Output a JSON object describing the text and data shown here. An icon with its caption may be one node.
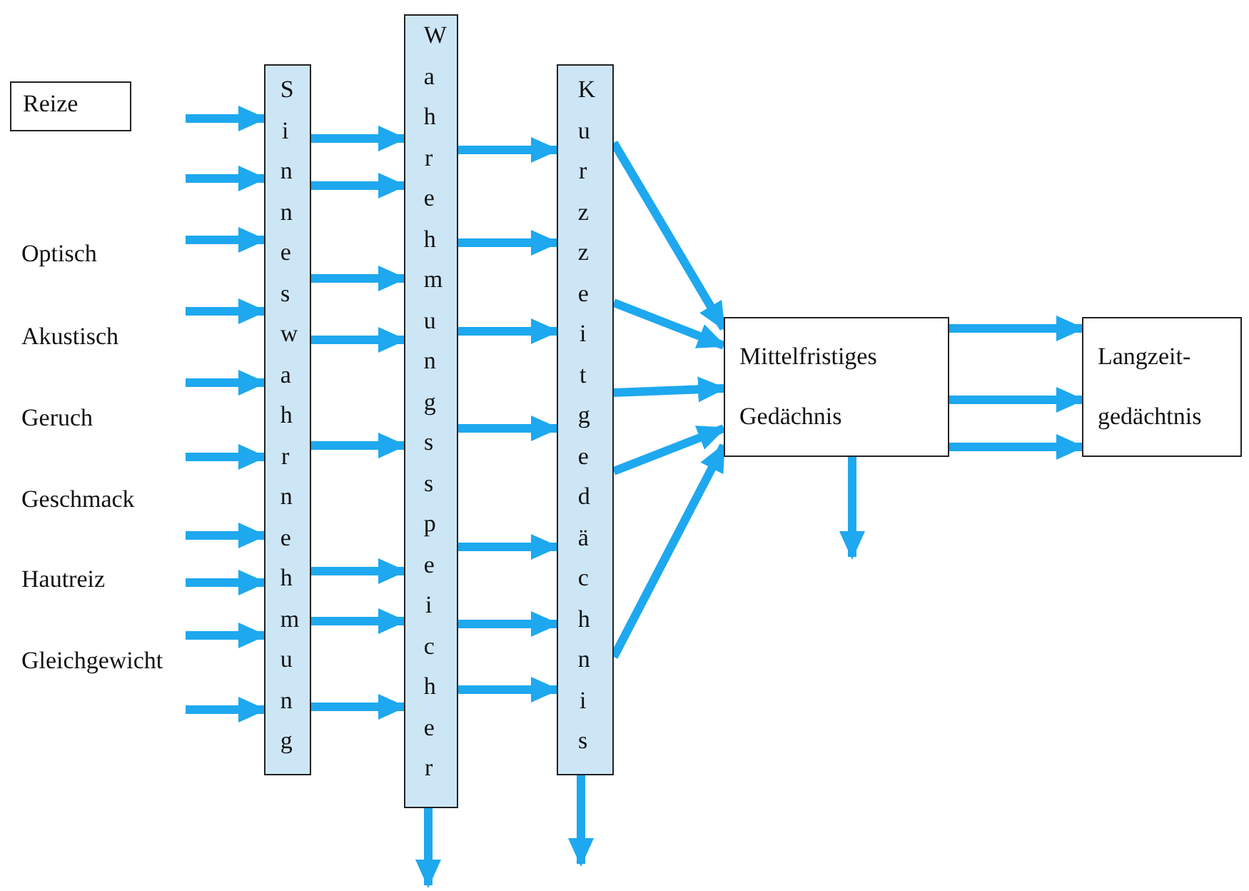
{
  "diagram": {
    "nodes": [
      {
        "text": [
          "Reize"
        ]
      },
      {
        "text": [
          "Sinneswahrnehmung"
        ]
      },
      {
        "text": [
          "Wahrehmungsspeicher"
        ]
      },
      {
        "text": [
          "Kurzzeitgedächnis"
        ]
      },
      {
        "text": [
          "Mittelfristiges Gedächnis"
        ]
      },
      {
        "text": [
          "Langzeit- gedächtnis"
        ]
      }
    ],
    "edges": [
      {
        "from": null,
        "to": 1,
        "arrow": "to"
      },
      {
        "from": null,
        "to": 1,
        "arrow": "to"
      },
      {
        "from": null,
        "to": 1,
        "arrow": "to"
      },
      {
        "from": null,
        "to": 1,
        "arrow": "to"
      },
      {
        "from": null,
        "to": 1,
        "arrow": "to"
      },
      {
        "from": null,
        "to": 1,
        "arrow": "to"
      },
      {
        "from": null,
        "to": 1,
        "arrow": "to"
      },
      {
        "from": null,
        "to": 1,
        "arrow": "to"
      },
      {
        "from": null,
        "to": 1,
        "arrow": "to"
      },
      {
        "from": null,
        "to": 1,
        "arrow": "to"
      },
      {
        "from": 1,
        "to": 2,
        "arrow": "to"
      },
      {
        "from": 1,
        "to": 2,
        "arrow": "to"
      },
      {
        "from": 1,
        "to": 2,
        "arrow": "to"
      },
      {
        "from": 1,
        "to": 2,
        "arrow": "to"
      },
      {
        "from": 1,
        "to": 2,
        "arrow": "to"
      },
      {
        "from": 1,
        "to": 2,
        "arrow": "to"
      },
      {
        "from": 1,
        "to": 2,
        "arrow": "to"
      },
      {
        "from": 1,
        "to": 2,
        "arrow": "to"
      },
      {
        "from": 2,
        "to": 3,
        "arrow": "to"
      },
      {
        "from": 2,
        "to": 3,
        "arrow": "to"
      },
      {
        "from": 2,
        "to": 3,
        "arrow": "to"
      },
      {
        "from": 2,
        "to": 3,
        "arrow": "to"
      },
      {
        "from": 2,
        "to": 3,
        "arrow": "to"
      },
      {
        "from": 2,
        "to": 3,
        "arrow": "to"
      },
      {
        "from": 2,
        "to": 3,
        "arrow": "to"
      },
      {
        "from": 3,
        "to": 4,
        "arrow": "to"
      },
      {
        "from": 3,
        "to": 4,
        "arrow": "to"
      },
      {
        "from": 3,
        "to": 4,
        "arrow": "to"
      },
      {
        "from": 3,
        "to": 4,
        "arrow": "to"
      },
      {
        "from": 3,
        "to": 4,
        "arrow": "to"
      },
      {
        "from": 4,
        "to": 5,
        "arrow": "to"
      },
      {
        "from": 4,
        "to": 5,
        "arrow": "to"
      },
      {
        "from": 4,
        "to": 5,
        "arrow": "to"
      },
      {
        "from": 2,
        "to": null,
        "arrow": "to"
      },
      {
        "from": 3,
        "to": null,
        "arrow": "to"
      },
      {
        "from": 4,
        "to": null,
        "arrow": "to"
      }
    ],
    "labels": [
      "Optisch",
      "Akustisch",
      "Geruch",
      "Geschmack",
      "Hautreiz",
      "Gleichgewicht"
    ]
  }
}
